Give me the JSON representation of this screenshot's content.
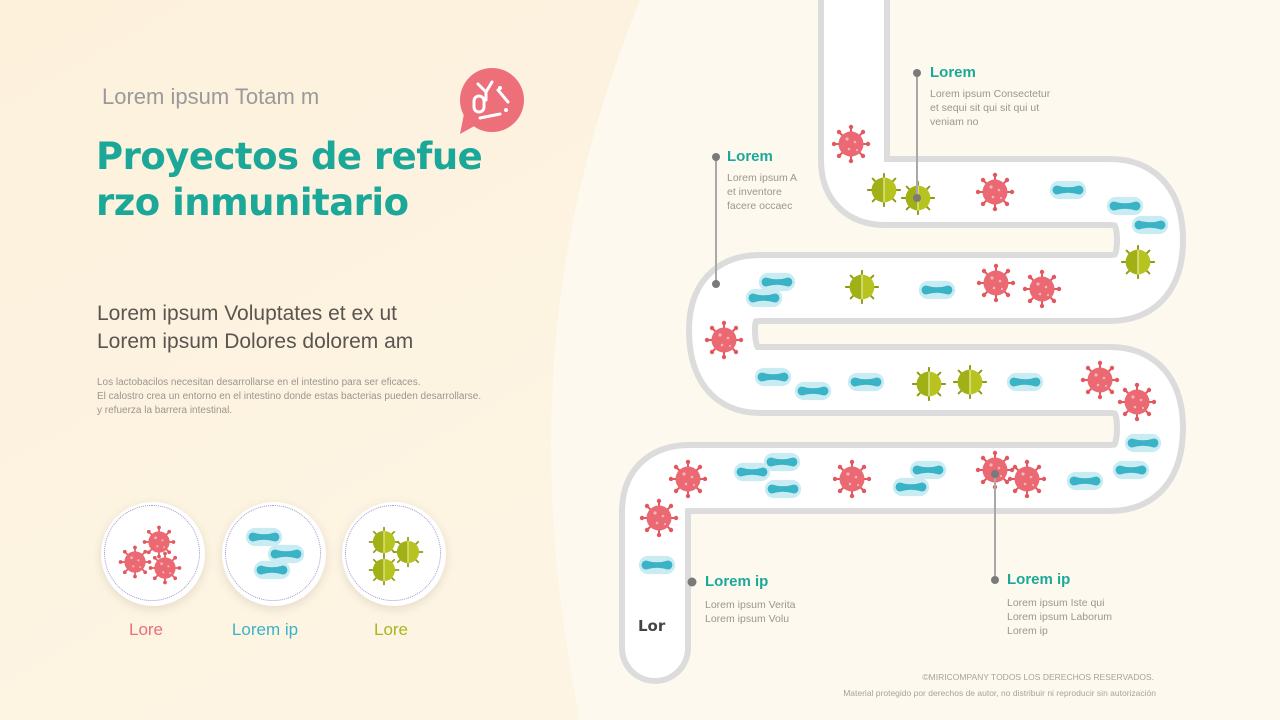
{
  "header": {
    "subtitle": "Lorem ipsum Totam m",
    "title": "Proyectos de refuerzo inmunitario"
  },
  "lead": {
    "line1": "Lorem ipsum Voluptates et ex ut",
    "line2": "Lorem ipsum Dolores dolorem am"
  },
  "body_text": {
    "line1": "Los lactobacilos necesitan desarrollarse en el intestino para ser eficaces.",
    "line2": "El calostro crea un entorno en el intestino donde estas bacterias pueden desarrollarse.",
    "line3": "y refuerza la barrera intestinal."
  },
  "categories": [
    {
      "label": "Lore",
      "color": "#ec6f7a",
      "icon": "red-virus-icon"
    },
    {
      "label": "Lorem ip",
      "color": "#3bb3c7",
      "icon": "blue-bacteria-icon"
    },
    {
      "label": "Lore",
      "color": "#a8b81c",
      "icon": "green-virus-icon"
    }
  ],
  "callouts": [
    {
      "title": "Lorem",
      "desc": [
        "Lorem ipsum Consectetur",
        "et sequi sit qui sit qui ut",
        "veniam no"
      ]
    },
    {
      "title": "Lorem",
      "desc": [
        "Lorem ipsum A",
        "et inventore",
        "facere occaec"
      ]
    },
    {
      "title": "Lorem ip",
      "desc": [
        "Lorem ipsum Verita",
        "Lorem ipsum Volu"
      ]
    },
    {
      "title": "Lorem ip",
      "desc": [
        "Lorem ipsum Iste qui",
        "Lorem ipsum Laborum",
        "Lorem ip"
      ]
    }
  ],
  "tube_end_label": "Lor",
  "footer": {
    "copyright": "©MIRICOMPANY TODOS LOS DERECHOS RESERVADOS.",
    "notice": "Material protegido por derechos de autor, no distribuir ni reproducir sin autorización"
  },
  "colors": {
    "accent": "#1ba898",
    "virus_red": "#ec6f7a",
    "bacteria_blue": "#3bb3c7",
    "virus_green": "#a8b81c",
    "background": "#fdf4e3"
  }
}
